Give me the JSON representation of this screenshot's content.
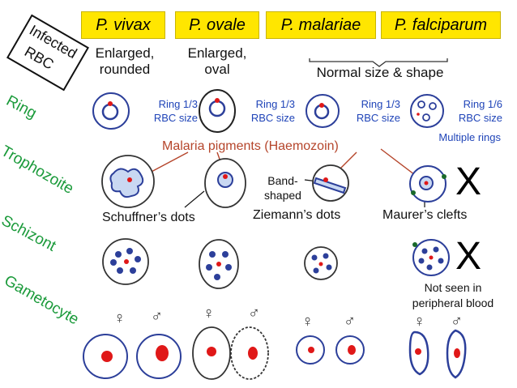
{
  "species": [
    {
      "name": "P. vivax"
    },
    {
      "name": "P. ovale"
    },
    {
      "name": "P. malariae"
    },
    {
      "name": "P. falciparum"
    }
  ],
  "infected_rbc_label": "Infected RBC",
  "infected_rbc_line1": "Infected",
  "infected_rbc_line2": "RBC",
  "stages": [
    "Ring",
    "Trophozoite",
    "Schizont",
    "Gametocyte"
  ],
  "descriptions": {
    "vivax_line1": "Enlarged,",
    "vivax_line2": "rounded",
    "ovale_line1": "Enlarged,",
    "ovale_line2": "oval",
    "malariae_falciparum": "Normal size & shape"
  },
  "ring_sizes": {
    "vivax_1": "Ring 1/3",
    "vivax_2": "RBC size",
    "ovale_1": "Ring 1/3",
    "ovale_2": "RBC size",
    "malariae_1": "Ring 1/3",
    "malariae_2": "RBC size",
    "falciparum_1": "Ring 1/6",
    "falciparum_2": "RBC size",
    "falciparum_note": "Multiple rings"
  },
  "annotations": {
    "pigments": "Malaria pigments (Haemozoin)",
    "band_1": "Band-",
    "band_2": "shaped",
    "schuffner": "Schuffner’s dots",
    "ziemann": "Ziemann’s dots",
    "maurer": "Maurer’s clefts",
    "not_seen_1": "Not seen in",
    "not_seen_2": "peripheral blood",
    "absent_mark": "X"
  },
  "gender_symbols": {
    "female": "♀",
    "male": "♂"
  },
  "colors": {
    "species_bg": "#ffe600",
    "stage_text": "#1a9a3a",
    "pigment_text": "#b5452b",
    "ring_text": "#1f44b8",
    "cell_outline": "#2c3f9a",
    "nucleus": "#e01818"
  }
}
